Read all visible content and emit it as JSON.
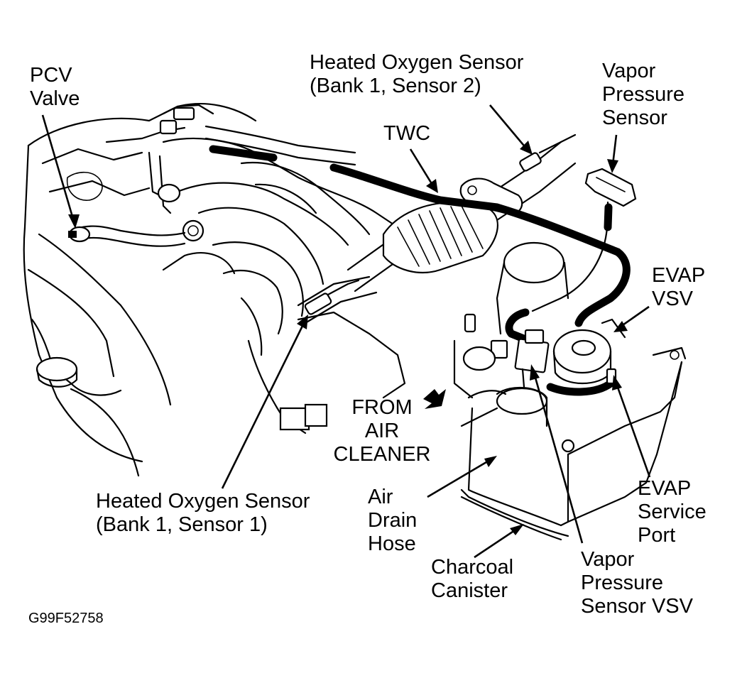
{
  "labels": {
    "pcv_valve": [
      "PCV",
      "Valve"
    ],
    "heated_o2_bank1_sensor2": [
      "Heated Oxygen Sensor",
      "(Bank 1, Sensor 2)"
    ],
    "vapor_pressure_sensor": [
      "Vapor",
      "Pressure",
      "Sensor"
    ],
    "twc": [
      "TWC"
    ],
    "evap_vsv": [
      "EVAP",
      "VSV"
    ],
    "from_air_cleaner": [
      "FROM",
      "AIR",
      "CLEANER"
    ],
    "heated_o2_bank1_sensor1": [
      "Heated Oxygen Sensor",
      "(Bank 1, Sensor 1)"
    ],
    "air_drain_hose": [
      "Air",
      "Drain",
      "Hose"
    ],
    "evap_service_port": [
      "EVAP",
      "Service",
      "Port"
    ],
    "charcoal_canister": [
      "Charcoal",
      "Canister"
    ],
    "vapor_pressure_sensor_vsv": [
      "Vapor",
      "Pressure",
      "Sensor VSV"
    ]
  },
  "figure_code": "G99F52758"
}
